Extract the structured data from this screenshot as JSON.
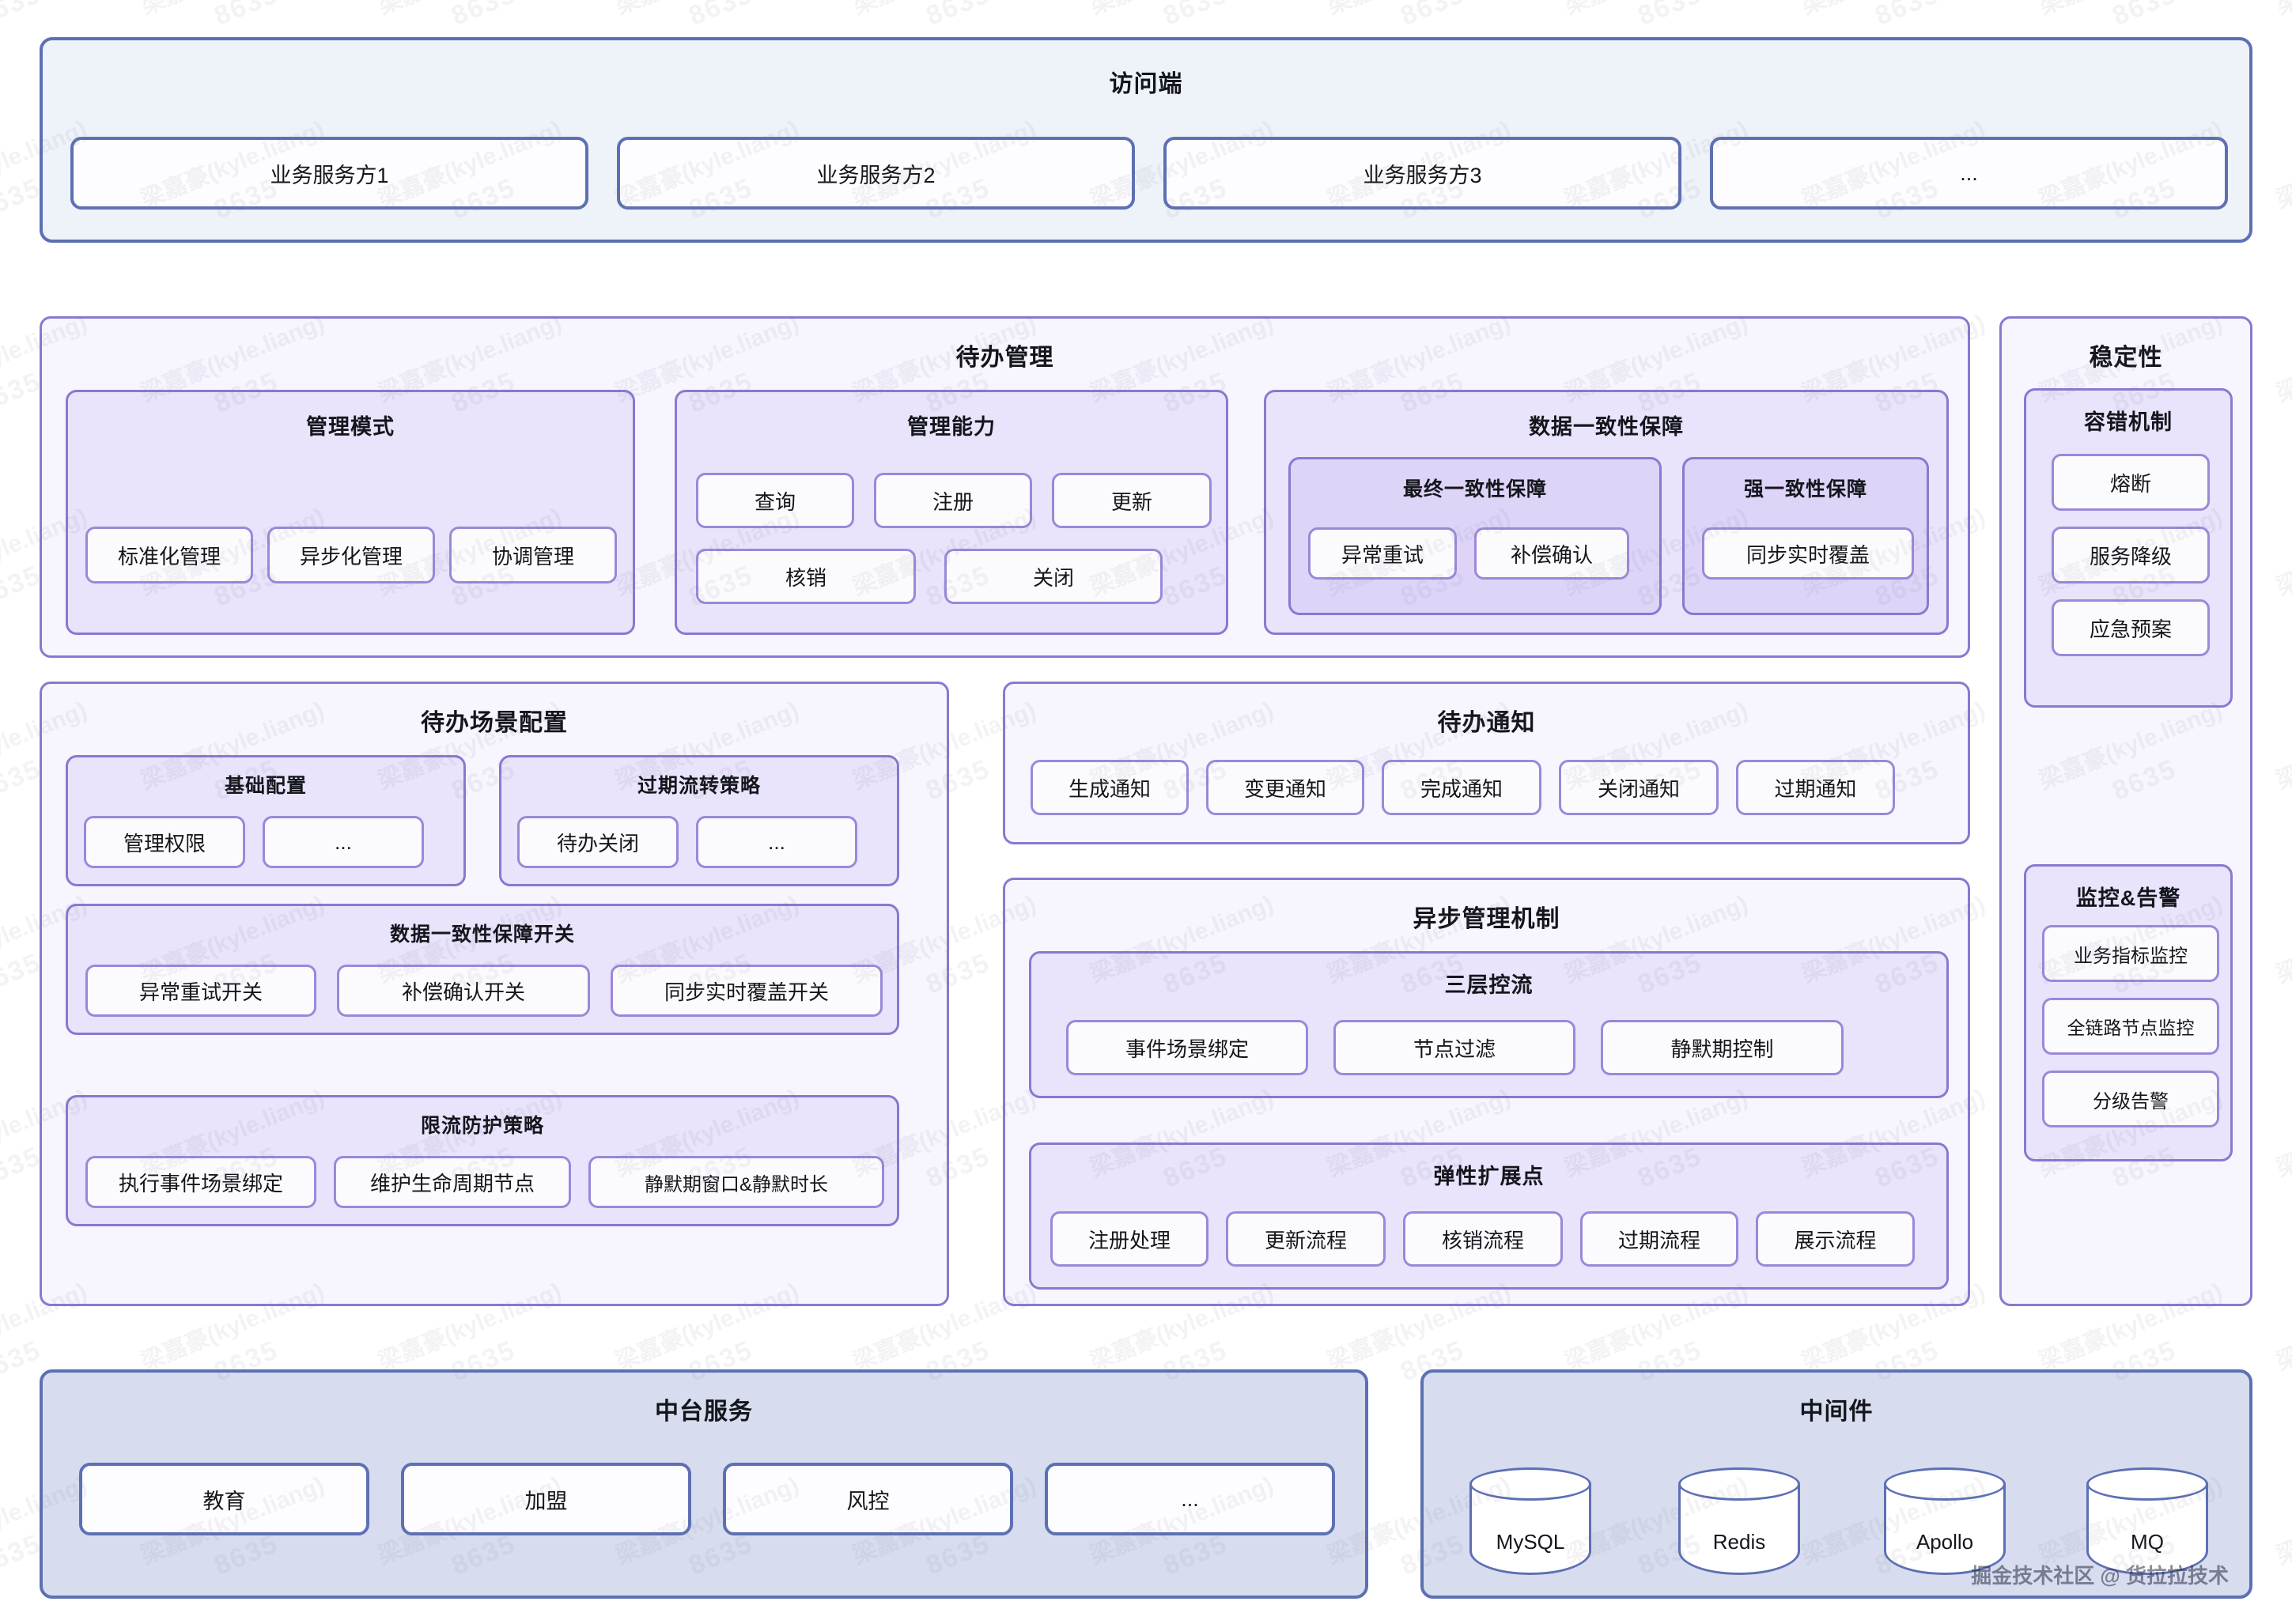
{
  "watermark": {
    "line1": "梁嘉豪(kyle.liang)",
    "line2": "8635",
    "credit": "掘金技术社区 @ 货拉拉技术"
  },
  "colors": {
    "blue_border": "#5d70b3",
    "blue_fill_light": "#eef2f9",
    "blue_fill_deep": "#d7dcef",
    "purple_border": "#8b78cf",
    "purple_outer": "#f7f5fe",
    "purple_mid": "#e9e3fb",
    "purple_inner": "#ddd4f8",
    "leaf_fill": "#fbfbfe"
  },
  "access_layer": {
    "title": "访问端",
    "items": [
      "业务服务方1",
      "业务服务方2",
      "业务服务方3",
      "..."
    ]
  },
  "todo_management": {
    "title": "待办管理",
    "management_mode": {
      "title": "管理模式",
      "items": [
        "标准化管理",
        "异步化管理",
        "协调管理"
      ]
    },
    "management_capability": {
      "title": "管理能力",
      "row1": [
        "查询",
        "注册",
        "更新"
      ],
      "row2": [
        "核销",
        "关闭"
      ]
    },
    "data_consistency": {
      "title": "数据一致性保障",
      "eventual": {
        "title": "最终一致性保障",
        "items": [
          "异常重试",
          "补偿确认"
        ]
      },
      "strong": {
        "title": "强一致性保障",
        "items": [
          "同步实时覆盖"
        ]
      }
    }
  },
  "scene_config": {
    "title": "待办场景配置",
    "basic": {
      "title": "基础配置",
      "items": [
        "管理权限",
        "..."
      ]
    },
    "expire_policy": {
      "title": "过期流转策略",
      "items": [
        "待办关闭",
        "..."
      ]
    },
    "consistency_switch": {
      "title": "数据一致性保障开关",
      "items": [
        "异常重试开关",
        "补偿确认开关",
        "同步实时覆盖开关"
      ]
    },
    "rate_limit": {
      "title": "限流防护策略",
      "items": [
        "执行事件场景绑定",
        "维护生命周期节点",
        "静默期窗口&静默时长"
      ]
    }
  },
  "notification": {
    "title": "待办通知",
    "items": [
      "生成通知",
      "变更通知",
      "完成通知",
      "关闭通知",
      "过期通知"
    ]
  },
  "async_mechanism": {
    "title": "异步管理机制",
    "three_layer": {
      "title": "三层控流",
      "items": [
        "事件场景绑定",
        "节点过滤",
        "静默期控制"
      ]
    },
    "extension": {
      "title": "弹性扩展点",
      "items": [
        "注册处理",
        "更新流程",
        "核销流程",
        "过期流程",
        "展示流程"
      ]
    }
  },
  "stability": {
    "title": "稳定性",
    "fault_tolerance": {
      "title": "容错机制",
      "items": [
        "熔断",
        "服务降级",
        "应急预案"
      ]
    },
    "monitoring": {
      "title": "监控&告警",
      "items": [
        "业务指标监控",
        "全链路节点监控",
        "分级告警"
      ]
    }
  },
  "platform_services": {
    "title": "中台服务",
    "items": [
      "教育",
      "加盟",
      "风控",
      "..."
    ]
  },
  "middleware": {
    "title": "中间件",
    "items": [
      "MySQL",
      "Redis",
      "Apollo",
      "MQ"
    ]
  }
}
